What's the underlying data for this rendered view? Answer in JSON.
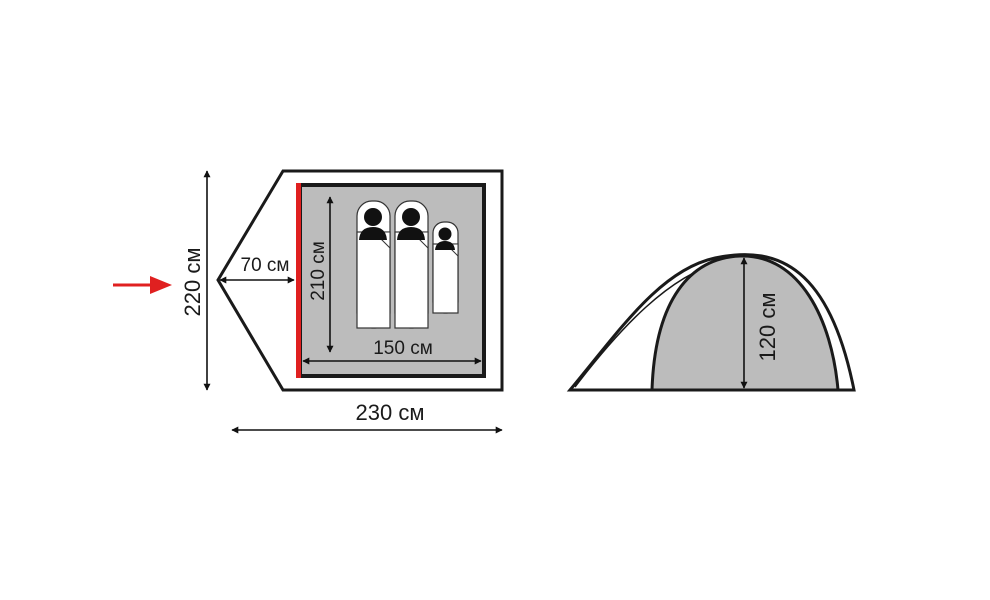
{
  "floor_plan": {
    "outer_width_label": "230 см",
    "outer_length_label": "220 см",
    "vestibule_depth_label": "70 см",
    "inner_length_label": "210 см",
    "inner_width_label": "150 см",
    "occupants": 3,
    "entrance_color": "#e02020",
    "inner_fill": "#bcbcbc"
  },
  "side_view": {
    "height_label": "120 см",
    "inner_fill": "#bcbcbc"
  }
}
